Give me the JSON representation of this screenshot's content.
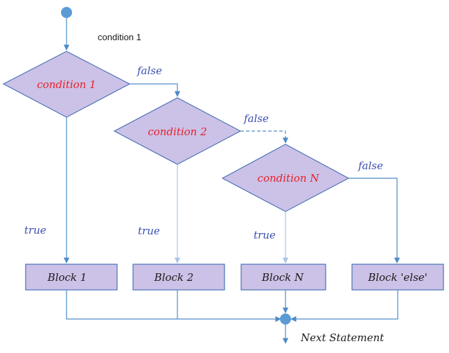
{
  "colors": {
    "shape_fill": "#ccc1e6",
    "shape_stroke": "#4a73b8",
    "line": "#4e8bc7",
    "line_light": "#a8c6e4",
    "condition_text": "#e8202a",
    "edge_label": "#3b4fb3",
    "block_text": "#1a1a1a",
    "start_node": "#5b9bd5"
  },
  "diagram": {
    "top_label": "condition 1",
    "conditions": [
      "condition 1",
      "condition 2",
      "condition N"
    ],
    "false_labels": [
      "false",
      "false",
      "false"
    ],
    "true_labels": [
      "true",
      "true",
      "true"
    ],
    "blocks": [
      "Block 1",
      "Block 2",
      "Block N",
      "Block 'else'"
    ],
    "next_statement": "Next Statement"
  }
}
